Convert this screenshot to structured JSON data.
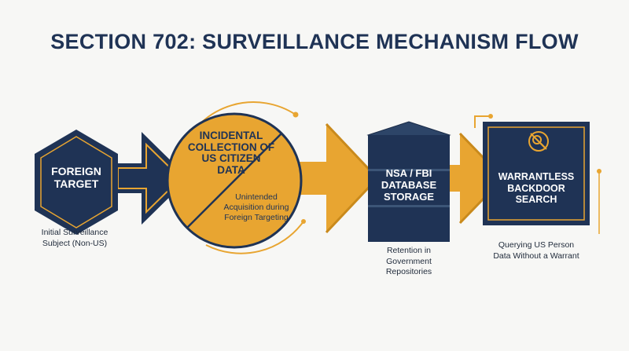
{
  "title": "SECTION 702: SURVEILLANCE MECHANISM FLOW",
  "colors": {
    "navy": "#1f3355",
    "amber": "#e8a531",
    "amber_dark": "#c98a1c",
    "background": "#f7f7f5"
  },
  "nodes": {
    "foreign_target": {
      "label": "FOREIGN\nTARGET",
      "caption": "Initial Surveillance\nSubject (Non-US)",
      "icon": "hexagon"
    },
    "incidental_collection": {
      "label": "INCIDENTAL\nCOLLECTION OF\nUS CITIZEN\nDATA",
      "caption": "Unintended\nAcquisition during\nForeign Targeting",
      "icon": "split-circle"
    },
    "database_storage": {
      "label": "NSA / FBI\nDATABASE\nSTORAGE",
      "caption": "Retention in\nGovernment\nRepositories",
      "icon": "database-stack"
    },
    "backdoor_search": {
      "label": "WARRANTLESS\nBACKDOOR\nSEARCH",
      "caption": "Querying US Person\nData Without a Warrant",
      "icon": "magnifier-crossed-icon"
    }
  }
}
